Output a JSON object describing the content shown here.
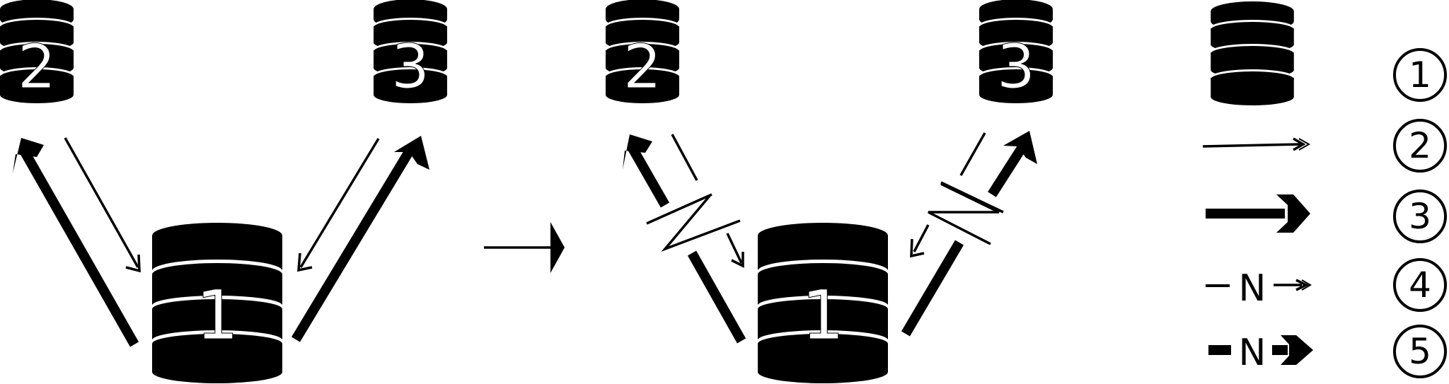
{
  "colors": {
    "ink": "#000000",
    "paper": "#ffffff"
  },
  "database_labels": {
    "primary": "1",
    "secondary_a": "2",
    "secondary_b": "3"
  },
  "network_label": "N",
  "legend": {
    "items": [
      {
        "number": "1",
        "symbol": "database-icon"
      },
      {
        "number": "2",
        "symbol": "thin-arrow-icon"
      },
      {
        "number": "3",
        "symbol": "thick-arrow-icon"
      },
      {
        "number": "4",
        "symbol": "thin-arrow-with-network-icon"
      },
      {
        "number": "5",
        "symbol": "thick-arrow-with-network-icon"
      }
    ]
  }
}
